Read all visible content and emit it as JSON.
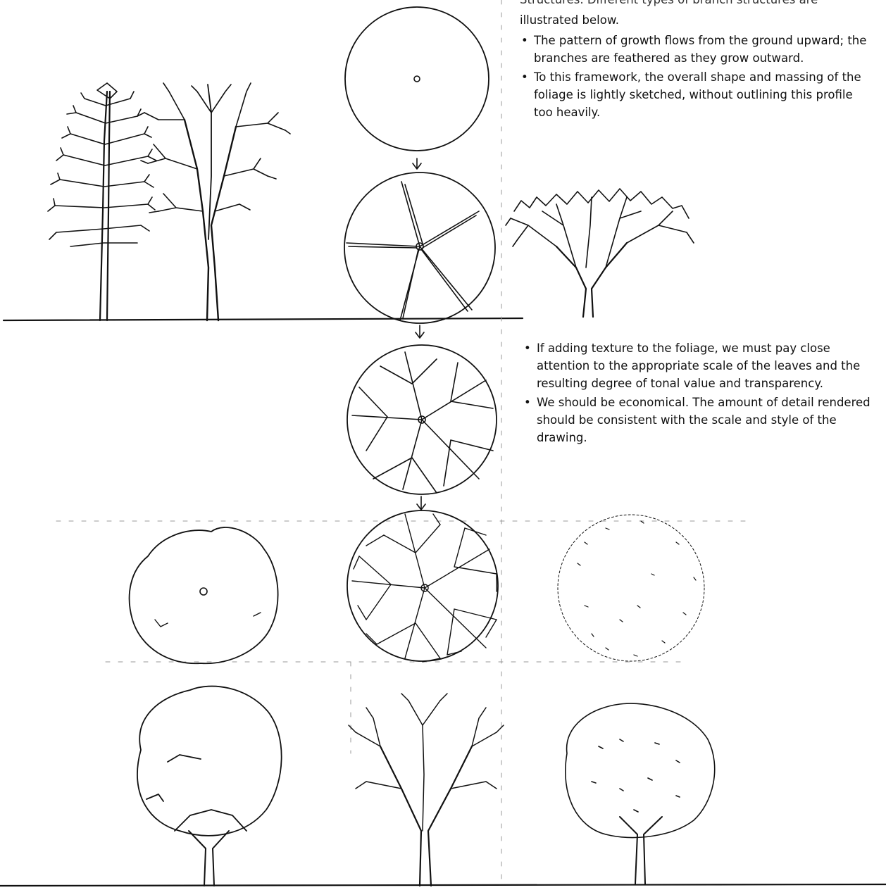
{
  "notes_top": {
    "lead_partial": "Structures. Different types of branch structures are",
    "lead": "illustrated below.",
    "bullets": [
      "The pattern of growth flows from the ground upward; the branches are feathered as they grow outward.",
      "To this framework, the overall shape and massing of the foliage is lightly sketched, without outlining this profile too heavily."
    ]
  },
  "notes_mid": {
    "bullets": [
      "If adding texture to the foliage, we must pay close attention to the appropriate scale of the leaves and the resulting degree of tonal value and transparency.",
      "We should be economical. The amount of detail rendered should be consistent with the scale and style of the drawing."
    ]
  },
  "colors": {
    "ink": "#111111",
    "paper": "#ffffff"
  }
}
